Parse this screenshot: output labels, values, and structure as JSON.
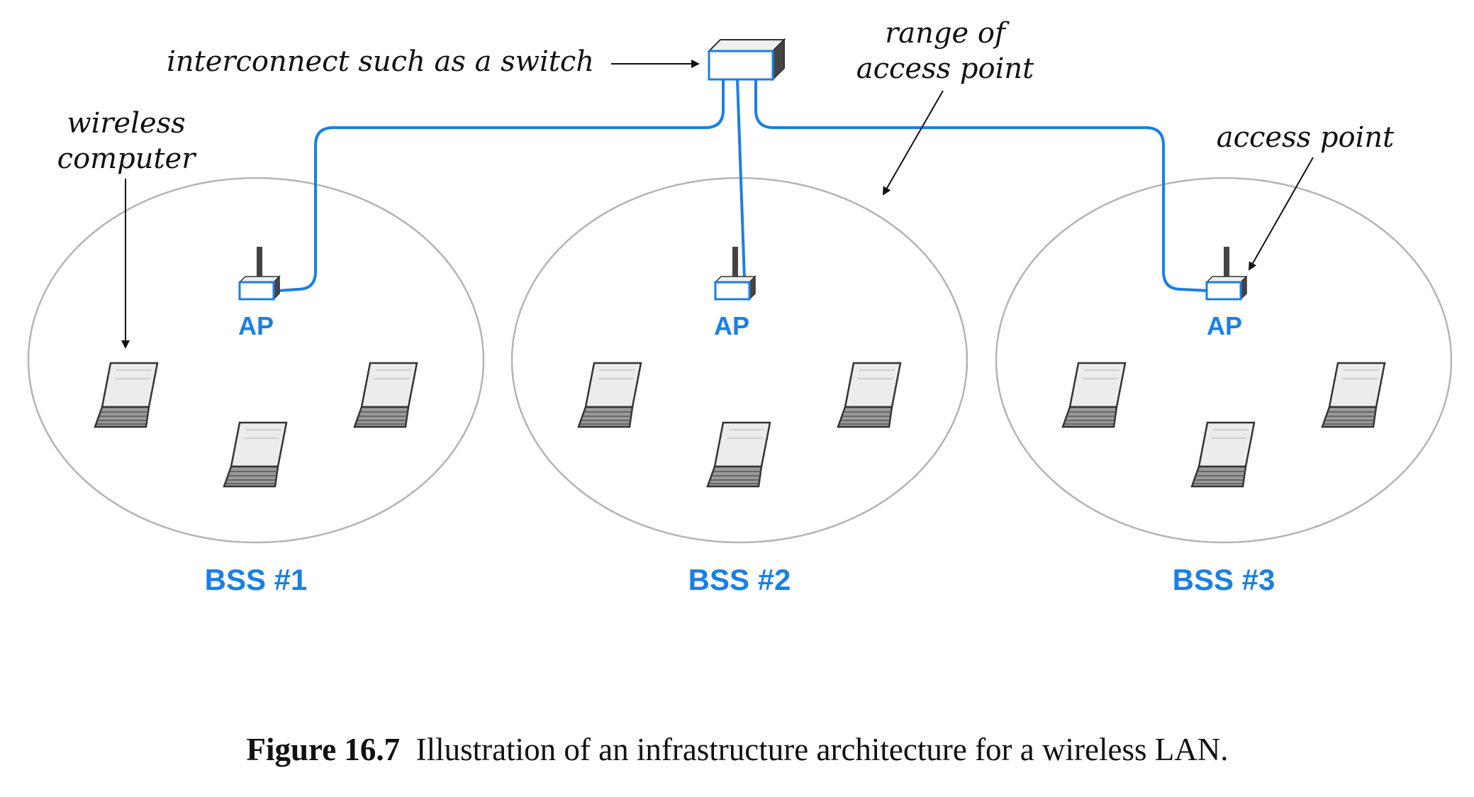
{
  "colors": {
    "link": "#1a7fe6",
    "ellipse_stroke": "#b4b4b4",
    "text": "#111111"
  },
  "labels": {
    "switch": "interconnect such as a switch",
    "range_line1": "range of",
    "range_line2": "access point",
    "wireless_line1": "wireless",
    "wireless_line2": "computer",
    "access_point": "access point"
  },
  "bss": [
    {
      "ap_label": "AP",
      "name": "BSS #1"
    },
    {
      "ap_label": "AP",
      "name": "BSS #2"
    },
    {
      "ap_label": "AP",
      "name": "BSS #3"
    }
  ],
  "icons": {
    "switch": "switch-icon",
    "access_point": "access-point-icon",
    "antenna": "antenna-icon",
    "laptop": "laptop-icon"
  },
  "caption": {
    "number": "Figure 16.7",
    "text": "Illustration of an infrastructure architecture for a wireless LAN."
  }
}
